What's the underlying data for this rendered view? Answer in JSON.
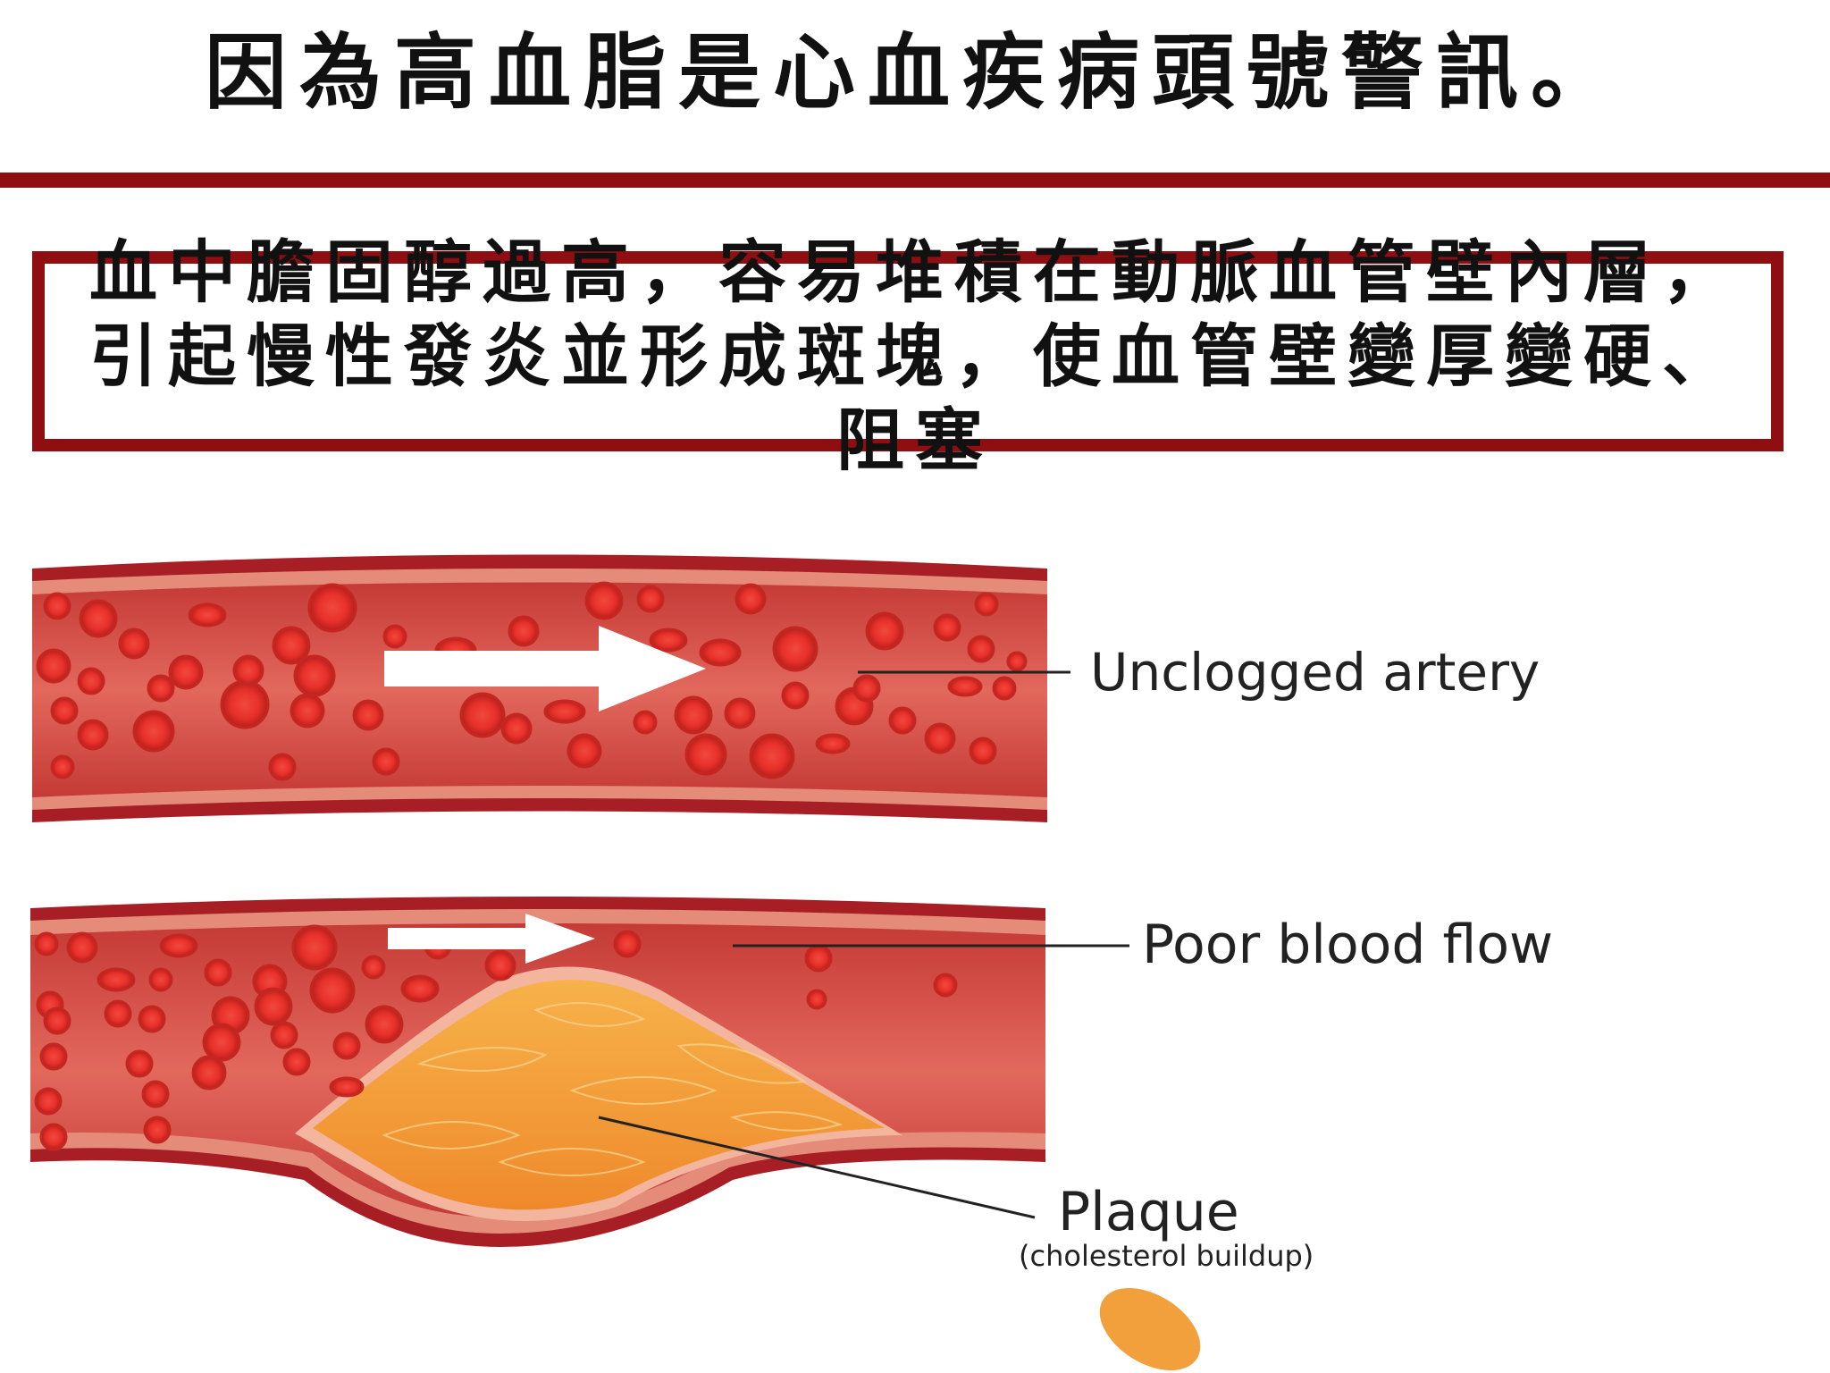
{
  "slide": {
    "title": "因為高血脂是心血疾病頭號警訊。",
    "callout": "血中膽固醇過高，容易堆積在動脈血管壁內層，引起慢性發炎並形成斑塊，使血管壁變厚變硬、阻塞"
  },
  "diagram": {
    "labels": {
      "unclogged": "Unclogged artery",
      "poor_flow": "Poor blood flow",
      "plaque": "Plaque",
      "plaque_note": "(cholesterol buildup)"
    },
    "colors": {
      "artery_outer": "#b3242a",
      "artery_wall": "#e07a6a",
      "lumen": "#d8554c",
      "blood_cell": "#e8302a",
      "plaque": "#f2a03c",
      "accent": "#8f0e12"
    }
  }
}
